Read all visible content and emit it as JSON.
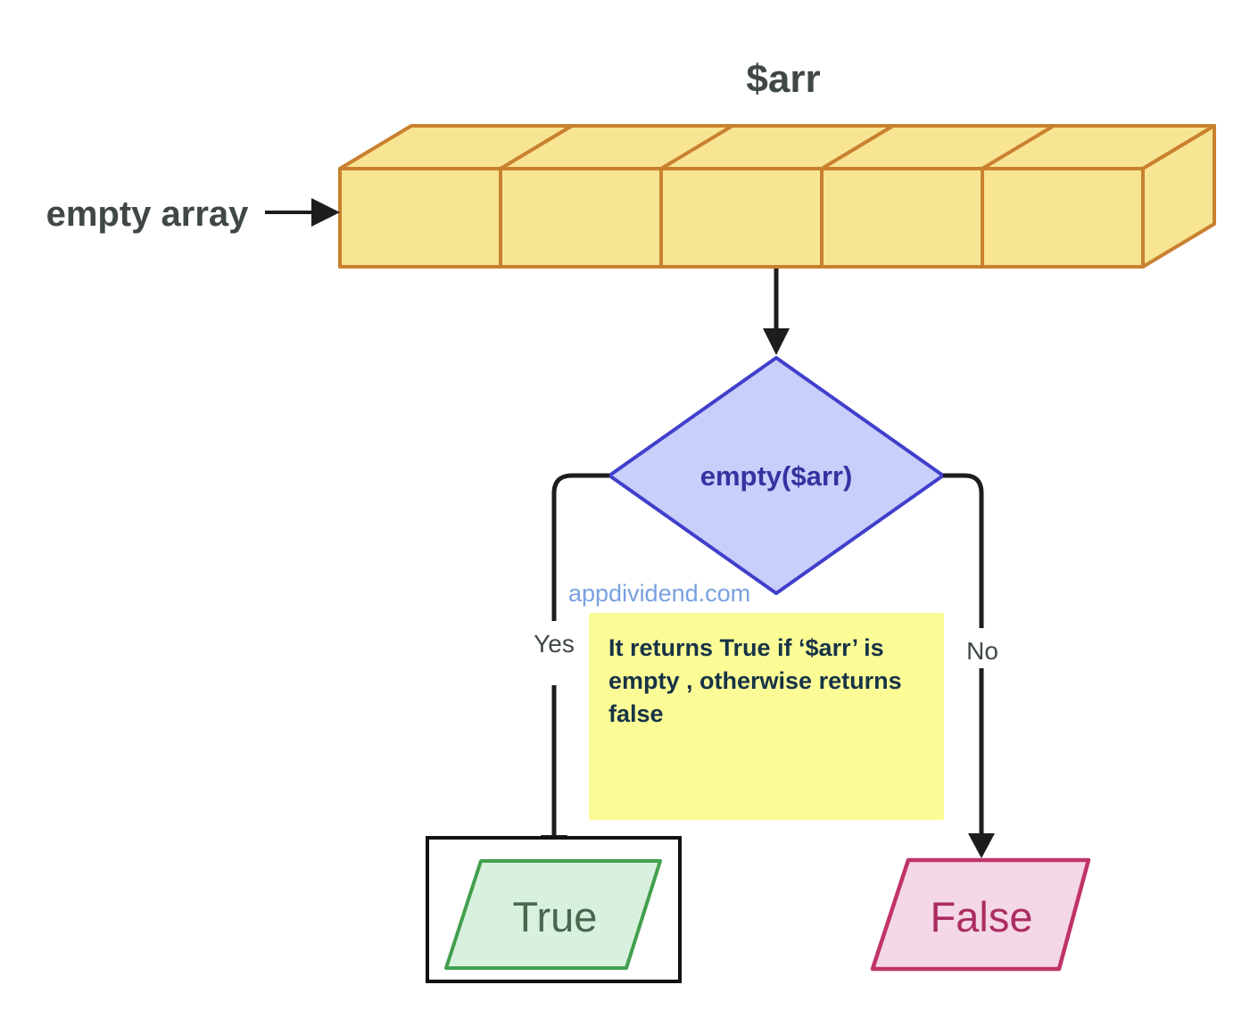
{
  "diagram": {
    "title": "$arr",
    "array": {
      "label": "empty array",
      "cells": 5
    },
    "decision": {
      "label": "empty($arr)"
    },
    "watermark": "appdividend.com",
    "note": {
      "lines": [
        "It returns True if ‘$arr’ is",
        "empty , otherwise returns",
        "false"
      ]
    },
    "branches": {
      "yes": "Yes",
      "no": "No"
    },
    "outputs": {
      "true": "True",
      "false": "False"
    }
  },
  "colors": {
    "array_fill": "#f8e593",
    "array_stroke": "#c9812f",
    "diamond_fill": "#c7cffa",
    "diamond_stroke": "#4040cc",
    "diamond_text": "#3333a1",
    "note_fill": "#fcfc97",
    "note_text": "#173346",
    "true_box_stroke": "#111111",
    "true_fill": "#d8f1de",
    "true_stroke": "#43a04e",
    "true_text": "#49684f",
    "false_fill": "#f4d8e7",
    "false_stroke": "#c03468",
    "false_text": "#ab2d62",
    "label_text": "#3f4845",
    "watermark_text": "#79a1e0",
    "line": "#1d1d1d"
  }
}
